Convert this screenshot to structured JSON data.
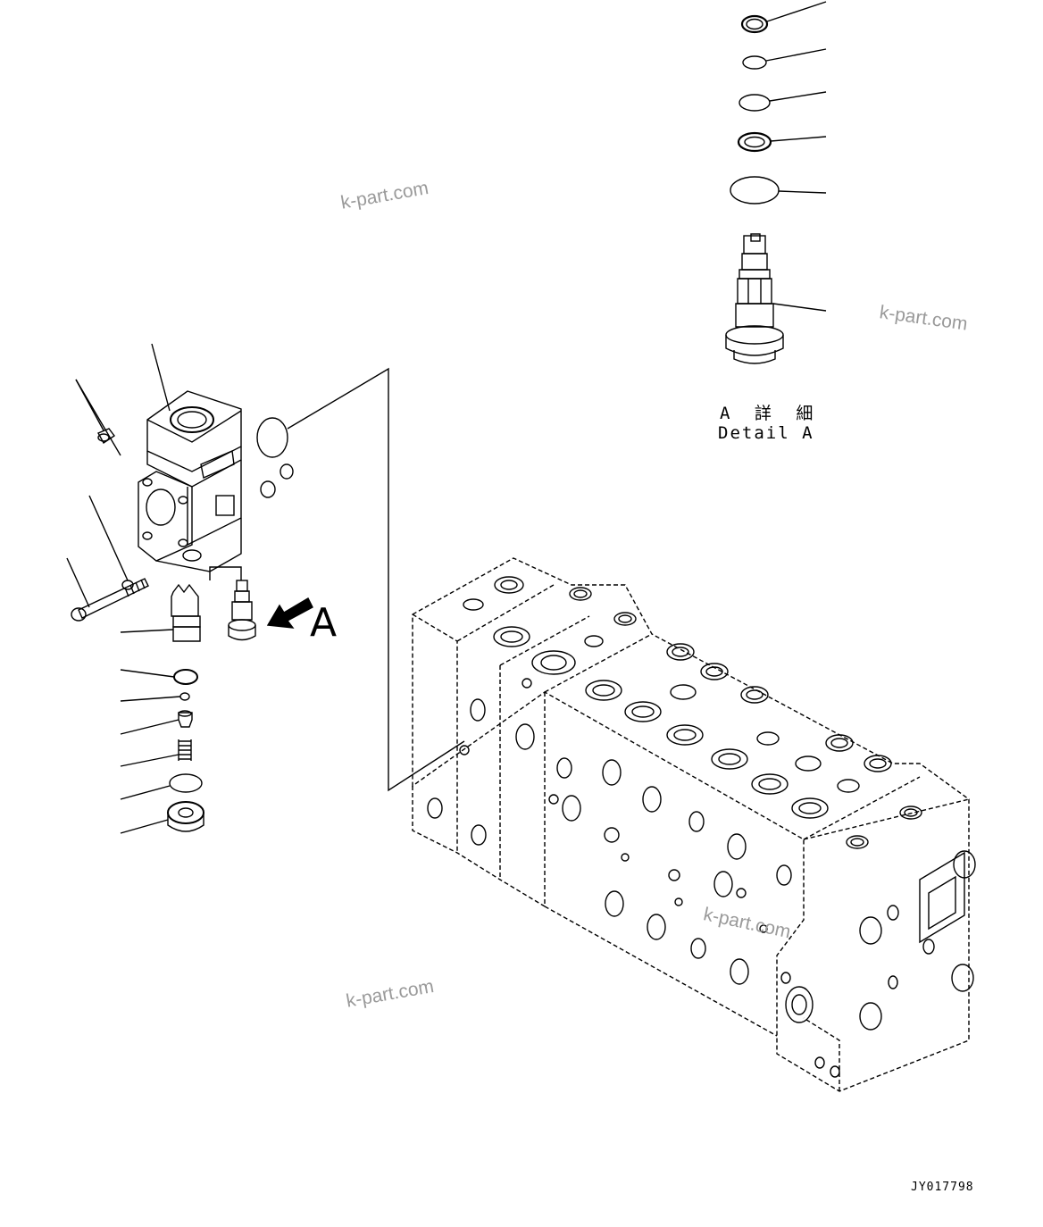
{
  "view_marker": {
    "letter": "A"
  },
  "detail": {
    "title_jp": "A 詳 細",
    "title_en": "Detail A"
  },
  "drawing_number": "JY017798",
  "watermarks": [
    "k-part.com",
    "k-part.com",
    "k-part.com",
    "k-part.com"
  ],
  "icons": {
    "view-arrow": "arrow-icon"
  },
  "colors": {
    "line": "#000000",
    "watermark": "#9a9a9a",
    "background": "#ffffff"
  }
}
